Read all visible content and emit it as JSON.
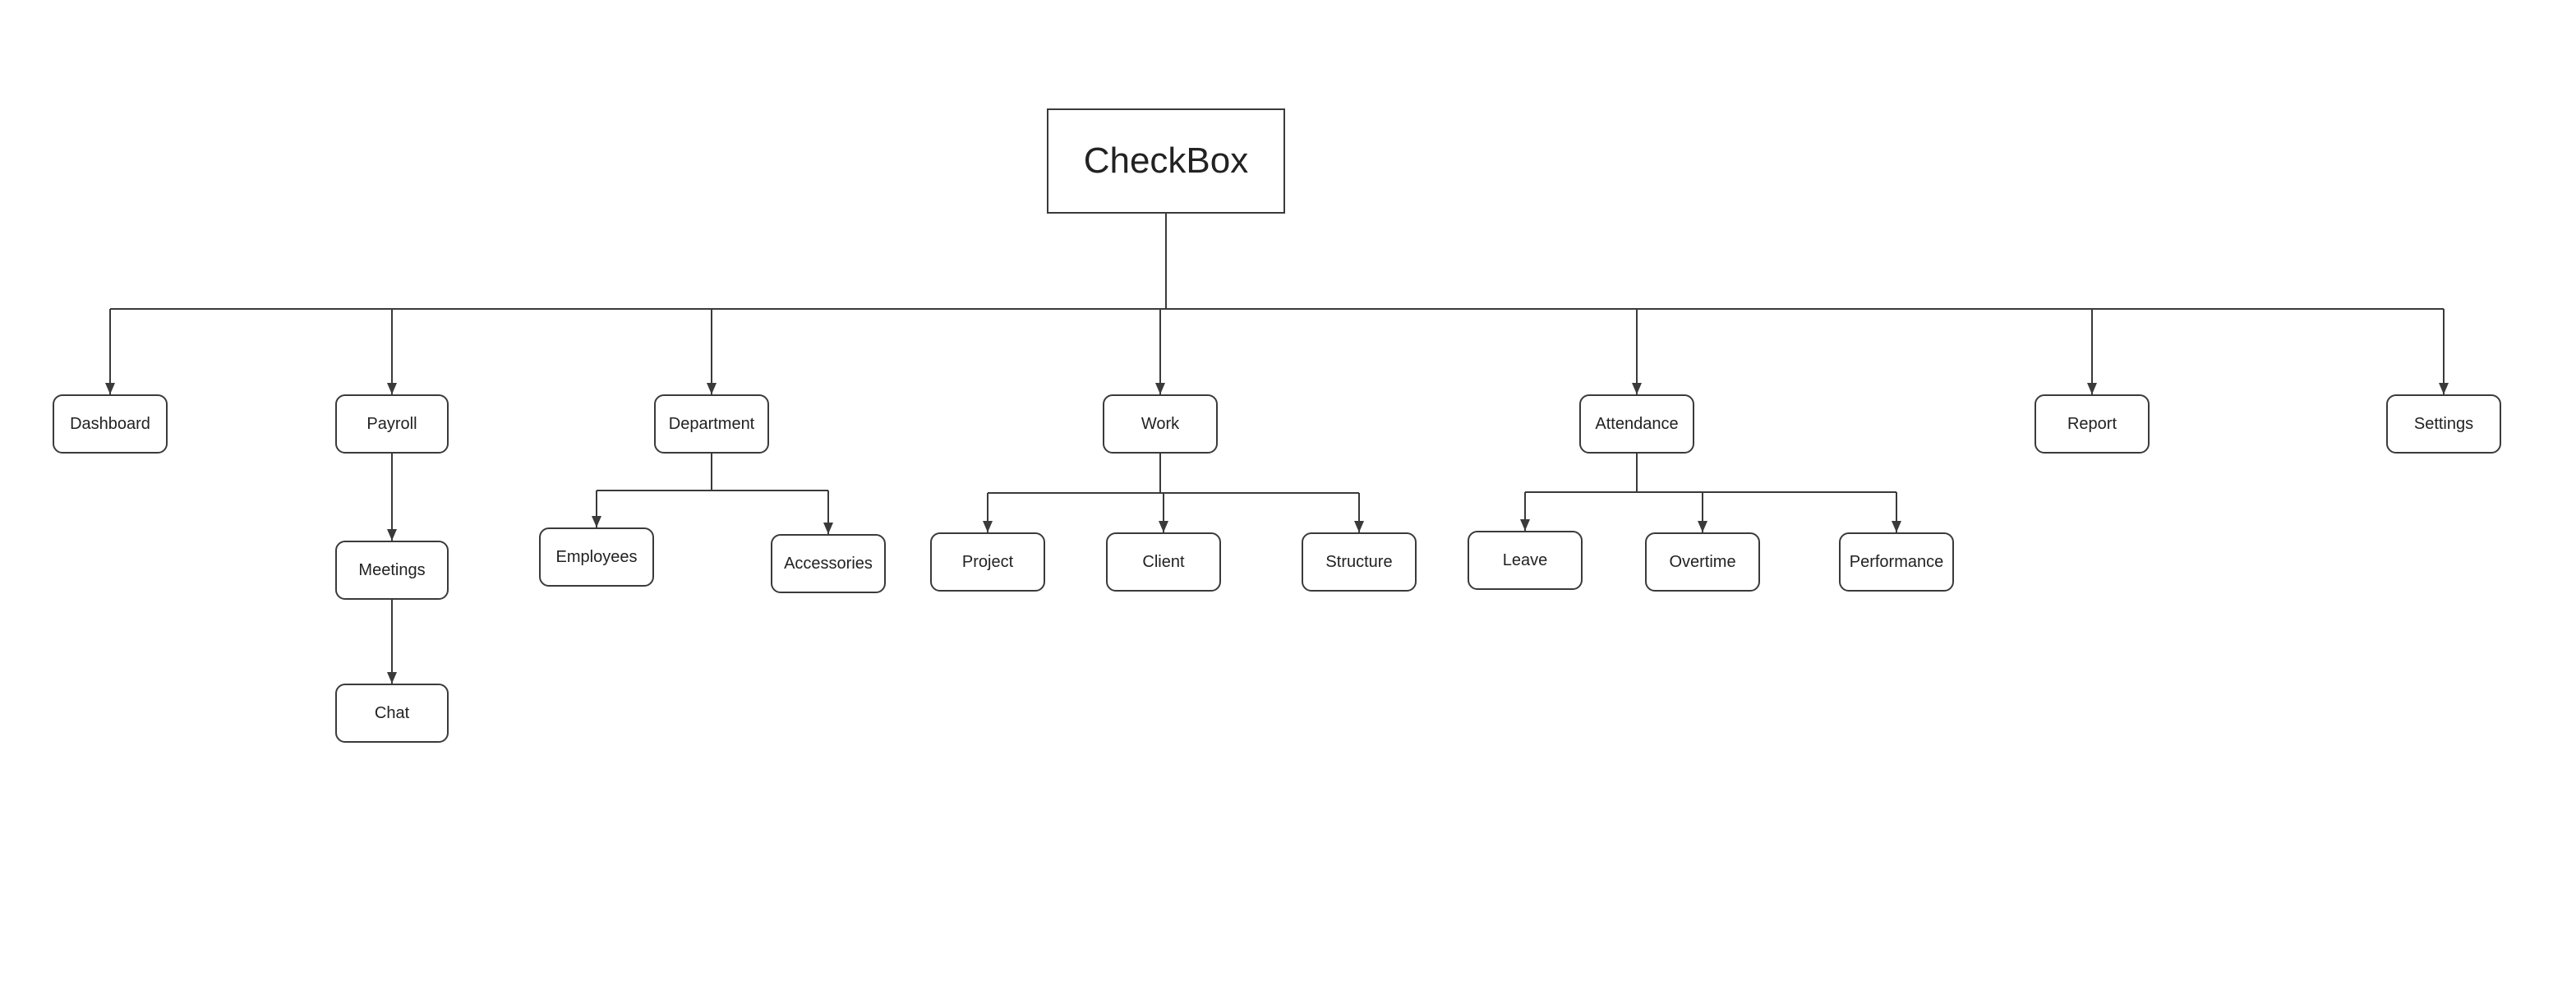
{
  "root": {
    "label": "CheckBox"
  },
  "nodes": {
    "dashboard": "Dashboard",
    "payroll": "Payroll",
    "meetings": "Meetings",
    "chat": "Chat",
    "department": "Department",
    "employees": "Employees",
    "accessories": "Accessories",
    "work": "Work",
    "project": "Project",
    "client": "Client",
    "structure": "Structure",
    "attendance": "Attendance",
    "leave": "Leave",
    "overtime": "Overtime",
    "performance": "Performance",
    "report": "Report",
    "settings": "Settings"
  },
  "edges": [
    [
      "root",
      "dashboard"
    ],
    [
      "root",
      "payroll"
    ],
    [
      "root",
      "department"
    ],
    [
      "root",
      "work"
    ],
    [
      "root",
      "attendance"
    ],
    [
      "root",
      "report"
    ],
    [
      "root",
      "settings"
    ],
    [
      "payroll",
      "meetings"
    ],
    [
      "meetings",
      "chat"
    ],
    [
      "department",
      "employees"
    ],
    [
      "department",
      "accessories"
    ],
    [
      "work",
      "project"
    ],
    [
      "work",
      "client"
    ],
    [
      "work",
      "structure"
    ],
    [
      "attendance",
      "leave"
    ],
    [
      "attendance",
      "overtime"
    ],
    [
      "attendance",
      "performance"
    ]
  ]
}
